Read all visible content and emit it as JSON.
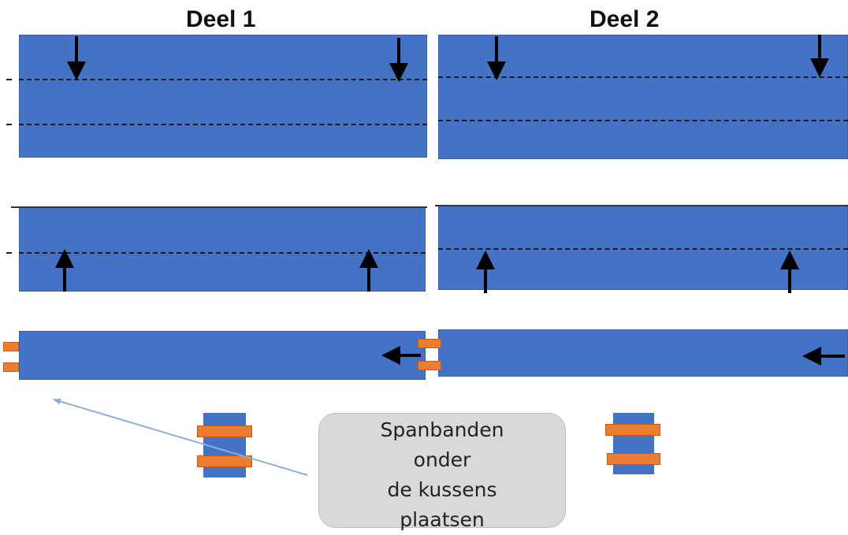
{
  "titles": {
    "part1": "Deel 1",
    "part2": "Deel 2"
  },
  "callout": {
    "lines": [
      "Spanbanden",
      "onder",
      "de kussens",
      "plaatsen"
    ]
  },
  "colors": {
    "panel_fill": "#4472c4",
    "strap_fill": "#ed7d31",
    "callout_fill": "#d9d9d9",
    "pointer_arrow": "#8faadc",
    "arrow": "#000000"
  },
  "icons": {
    "fold_arrow_down": "arrow-down-icon",
    "fold_arrow_up": "arrow-up-icon",
    "roll_arrow_left": "arrow-left-icon",
    "pointer": "pointer-arrow-icon"
  }
}
